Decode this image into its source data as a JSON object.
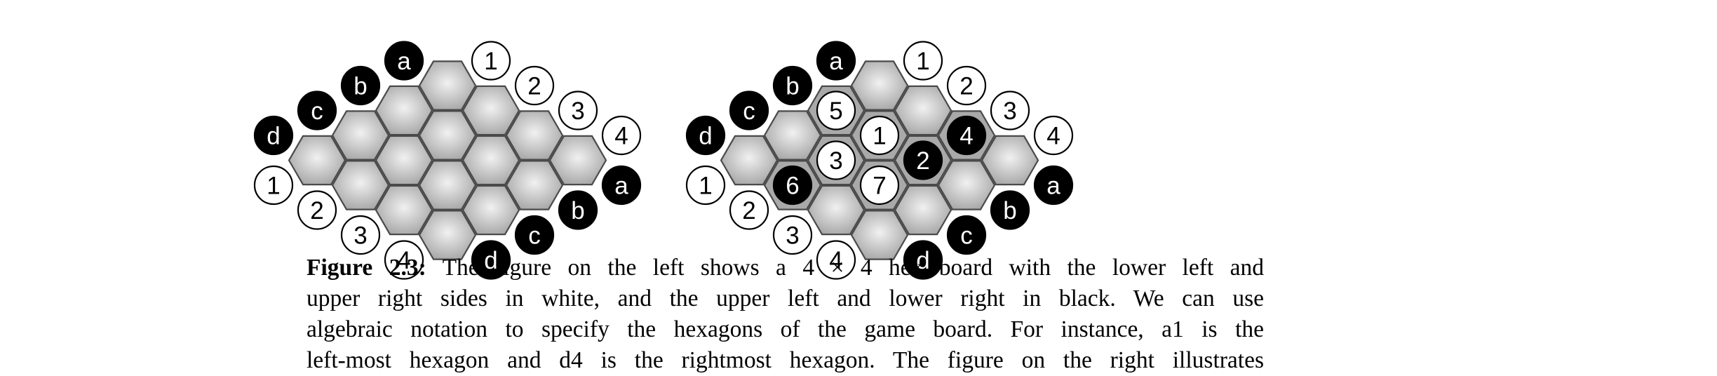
{
  "figure": {
    "caption_label": "Figure 2.3:",
    "caption_lines": [
      "The figure on the left shows a 4 × 4 hex board with the lower left and",
      "upper right sides in white, and the upper left and lower right in black. We can use",
      "algebraic notation to specify the hexagons of the game board. For instance, a1 is the",
      "left-most hexagon and d4 is the rightmost hexagon. The figure on the right illustrates"
    ]
  },
  "boards": [
    {
      "id": "left",
      "size": 4,
      "edge_labels": {
        "upper_left_black": [
          "a",
          "b",
          "c",
          "d"
        ],
        "lower_right_black": [
          "a",
          "b",
          "c",
          "d"
        ],
        "lower_left_white": [
          "1",
          "2",
          "3",
          "4"
        ],
        "upper_right_white": [
          "1",
          "2",
          "3",
          "4"
        ]
      },
      "moves": []
    },
    {
      "id": "right",
      "size": 4,
      "edge_labels": {
        "upper_left_black": [
          "a",
          "b",
          "c",
          "d"
        ],
        "lower_right_black": [
          "a",
          "b",
          "c",
          "d"
        ],
        "lower_left_white": [
          "1",
          "2",
          "3",
          "4"
        ],
        "upper_right_white": [
          "1",
          "2",
          "3",
          "4"
        ]
      },
      "moves": [
        {
          "n": "1",
          "cell": "b2",
          "color": "white"
        },
        {
          "n": "2",
          "cell": "b3",
          "color": "black"
        },
        {
          "n": "3",
          "cell": "c2",
          "color": "white"
        },
        {
          "n": "4",
          "cell": "a3",
          "color": "black"
        },
        {
          "n": "5",
          "cell": "b1",
          "color": "white"
        },
        {
          "n": "6",
          "cell": "d2",
          "color": "black"
        },
        {
          "n": "7",
          "cell": "c3",
          "color": "white"
        }
      ]
    }
  ]
}
